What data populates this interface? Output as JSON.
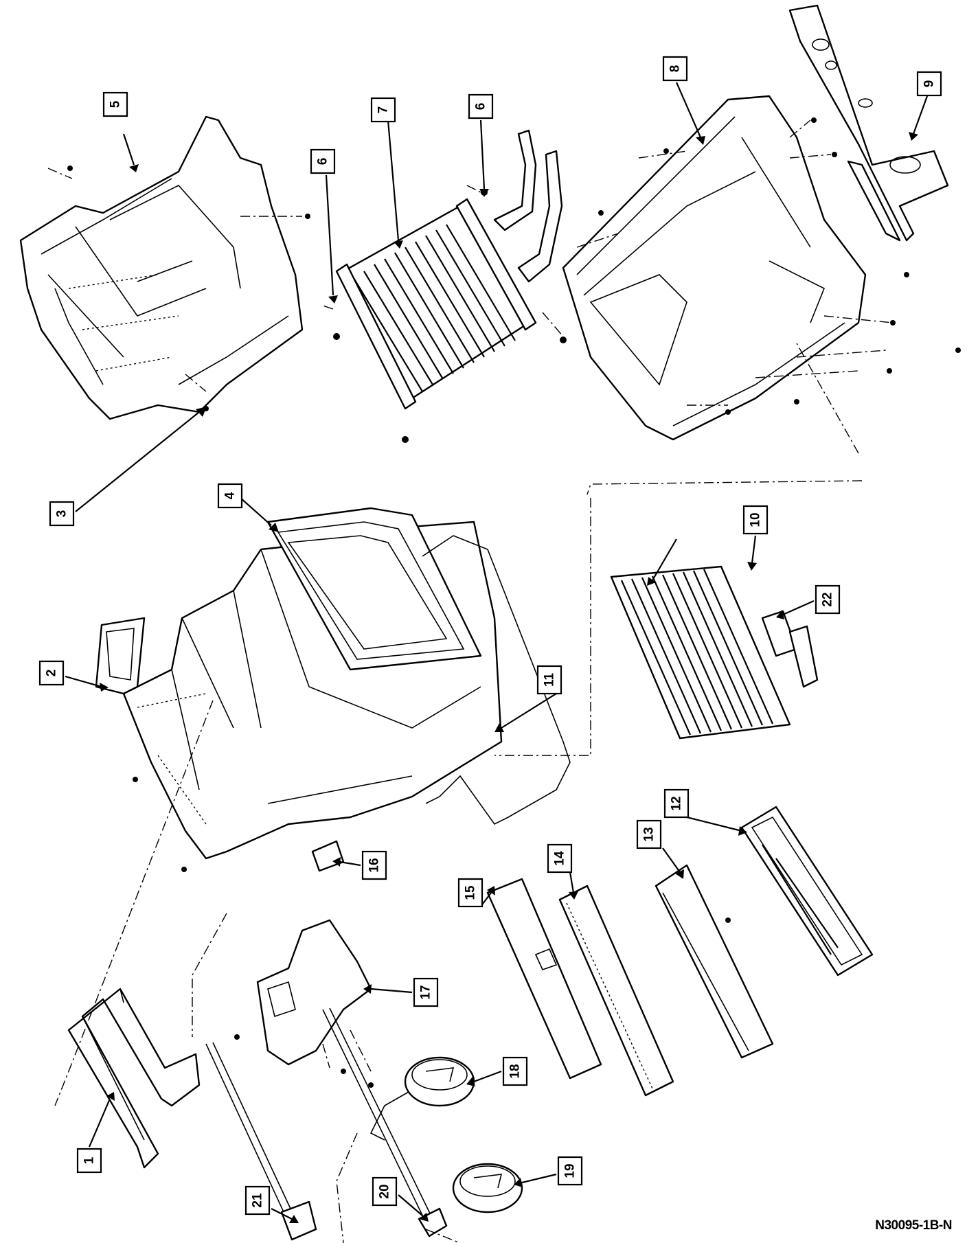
{
  "figure_code": "N30095-1B-N",
  "callouts": [
    {
      "label": "1"
    },
    {
      "label": "2"
    },
    {
      "label": "3"
    },
    {
      "label": "4"
    },
    {
      "label": "5"
    },
    {
      "label": "6"
    },
    {
      "label": "6"
    },
    {
      "label": "7"
    },
    {
      "label": "8"
    },
    {
      "label": "9"
    },
    {
      "label": "10"
    },
    {
      "label": "11"
    },
    {
      "label": "12"
    },
    {
      "label": "13"
    },
    {
      "label": "14"
    },
    {
      "label": "15"
    },
    {
      "label": "16"
    },
    {
      "label": "17"
    },
    {
      "label": "18"
    },
    {
      "label": "19"
    },
    {
      "label": "20"
    },
    {
      "label": "21"
    },
    {
      "label": "22"
    }
  ]
}
